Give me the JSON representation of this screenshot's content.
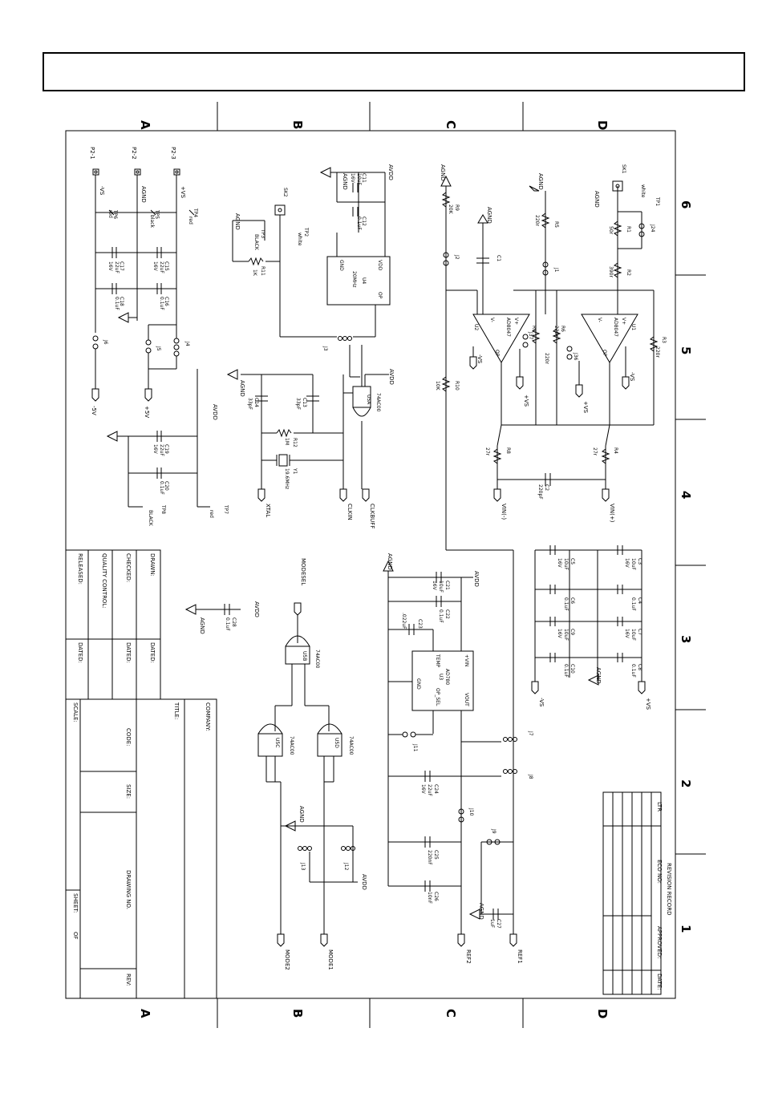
{
  "zones": {
    "columns": [
      "A",
      "B",
      "C",
      "D"
    ],
    "rows": [
      "6",
      "5",
      "4",
      "3",
      "2",
      "1"
    ]
  },
  "title_block": {
    "drawn": "DRAWN:",
    "checked": "CHECKED:",
    "quality": "QUALITY CONTROL:",
    "released": "RELEASED:",
    "dated": "DATED:",
    "company": "COMPANY:",
    "title": "TITLE:",
    "code": "CODE:",
    "size": "SIZE:",
    "drawing_no": "DRAWING NO.",
    "rev": "REV:",
    "scale": "SCALE:",
    "sheet": "SHEET:",
    "of": "OF"
  },
  "revision": {
    "heading": "REVISION RECORD",
    "ltr": "LTR",
    "eco": "ECO NO:",
    "approved": "APPROVED:",
    "date": "DATE:"
  },
  "connectors": {
    "p2_1": "P2-1",
    "p2_2": "P2-2",
    "p2_3": "P2-3",
    "sk1": "SK1",
    "sk2": "SK2",
    "white": "white",
    "tp1": "TP1",
    "tp2": "TP2",
    "tp3": "TP3",
    "tp4": "TP4",
    "tp5": "TP5",
    "tp6": "TP6",
    "tp7": "TP7",
    "tp8": "TP8",
    "red": "red",
    "black": "black",
    "black_caps": "BLACK"
  },
  "nets": {
    "agnd": "AGND",
    "avdd": "AVDD",
    "vs_neg": "-VS",
    "vs_pos": "+VS",
    "v5_pos": "+5V",
    "v5_neg": "-5V",
    "vin_neg": "VIN(-)",
    "vin_pos": "VIN(+)",
    "xtal": "XTAL",
    "clkin": "CLKIN",
    "clkbuff": "CLKBUFF",
    "modesel": "MODESEL",
    "mode1": "MODE1",
    "mode2": "MODE2",
    "ref1": "REF1",
    "ref2": "REF2"
  },
  "parts": {
    "c11": "C11",
    "c11_v": "10uF",
    "c11_r": "16V",
    "c12": "C12",
    "c12_v": "0.1uF",
    "c17": "C17",
    "c17_v": "22uF",
    "c17_r": "16V",
    "c15": "C15",
    "c15_v": "22uF",
    "c15_r": "16V",
    "c18": "C18",
    "c18_v": "0.1uF",
    "c16": "C16",
    "c16_v": "0.1uF",
    "c19": "C19",
    "c19_v": "22uF",
    "c19_r": "16V",
    "c20": "C20",
    "c20_v": "0.1uF",
    "c14": "C14",
    "c14_v": "33pF",
    "c13": "C13",
    "c13_v": "33pF",
    "c1": "C1",
    "c2": "C2",
    "c2_v": "220pF",
    "c3": "C3",
    "c3_v": "10uF",
    "c3_r": "16V",
    "c4": "C4",
    "c4_v": "0.1uF",
    "c5": "C5",
    "c5_v": "10uF",
    "c5_r": "16V",
    "c6": "C6",
    "c6_v": "0.1uF",
    "c7": "C7",
    "c7_v": "10uF",
    "c7_r": "16V",
    "c8": "C8",
    "c8_v": "0.1uF",
    "c9": "C9",
    "c9_v": "10uF",
    "c9_r": "16V",
    "c10": "C10",
    "c10_v": "0.1uF",
    "c21": "C21",
    "c21_v": "10uF",
    "c21_r": "16V",
    "c22": "C22",
    "c22_v": "0.1uF",
    "c23": "C23",
    "c23_v": ".022uF",
    "c24": "C24",
    "c24_v": "22uF",
    "c24_r": "16V",
    "c25": "C25",
    "c25_v": "220nF",
    "c26": "C26",
    "c26_v": "10nF",
    "c27": "C27",
    "c27_v": "1uF",
    "c28": "C28",
    "c28_v": "0.1uF",
    "r1": "R1",
    "r1_v": "50r",
    "r2": "R2",
    "r2_v": "390r",
    "r3": "R3",
    "r3_v": "220r",
    "r4": "R4",
    "r4_v": "27r",
    "r5": "R5",
    "r5_v": "220r",
    "r6": "R6",
    "r6_v": "220r",
    "r7": "R7",
    "r7_v": "220r",
    "r8": "R8",
    "r8_v": "27r",
    "r9": "R9",
    "r9_v": "20K",
    "r10": "R10",
    "r10_v": "10K",
    "r11": "R11",
    "r11_v": "1K",
    "r12": "R12",
    "r12_v": "1M",
    "u1": "U1",
    "u2": "U2",
    "u3": "U3",
    "u4": "U4",
    "ad8047": "AD8047",
    "ad780": "AD780",
    "osc": "20MHz",
    "u5a": "U5A",
    "u5b": "U5B",
    "u5c": "U5C",
    "u5d": "U5D",
    "ac00": "74AC00",
    "y1": "Y1",
    "y1_v": "19.6MHz",
    "j1": "J1",
    "j2": "J2",
    "j3": "J3",
    "j4": "J4",
    "j5": "J5",
    "j6": "J6",
    "j7": "J7",
    "j8": "J8",
    "j9": "J9",
    "j10": "J10",
    "j11": "J11",
    "j12": "J12",
    "j13": "J13",
    "j24": "J24",
    "j36": "J36",
    "j37": "J37",
    "vdd": "VDD",
    "gnd": "GND",
    "op": "OP",
    "vin_pin": "+VIN",
    "temp": "TEMP",
    "vout": "VOUT",
    "opsel": "OP_SEL",
    "vm": "V-",
    "vp": "V+"
  }
}
